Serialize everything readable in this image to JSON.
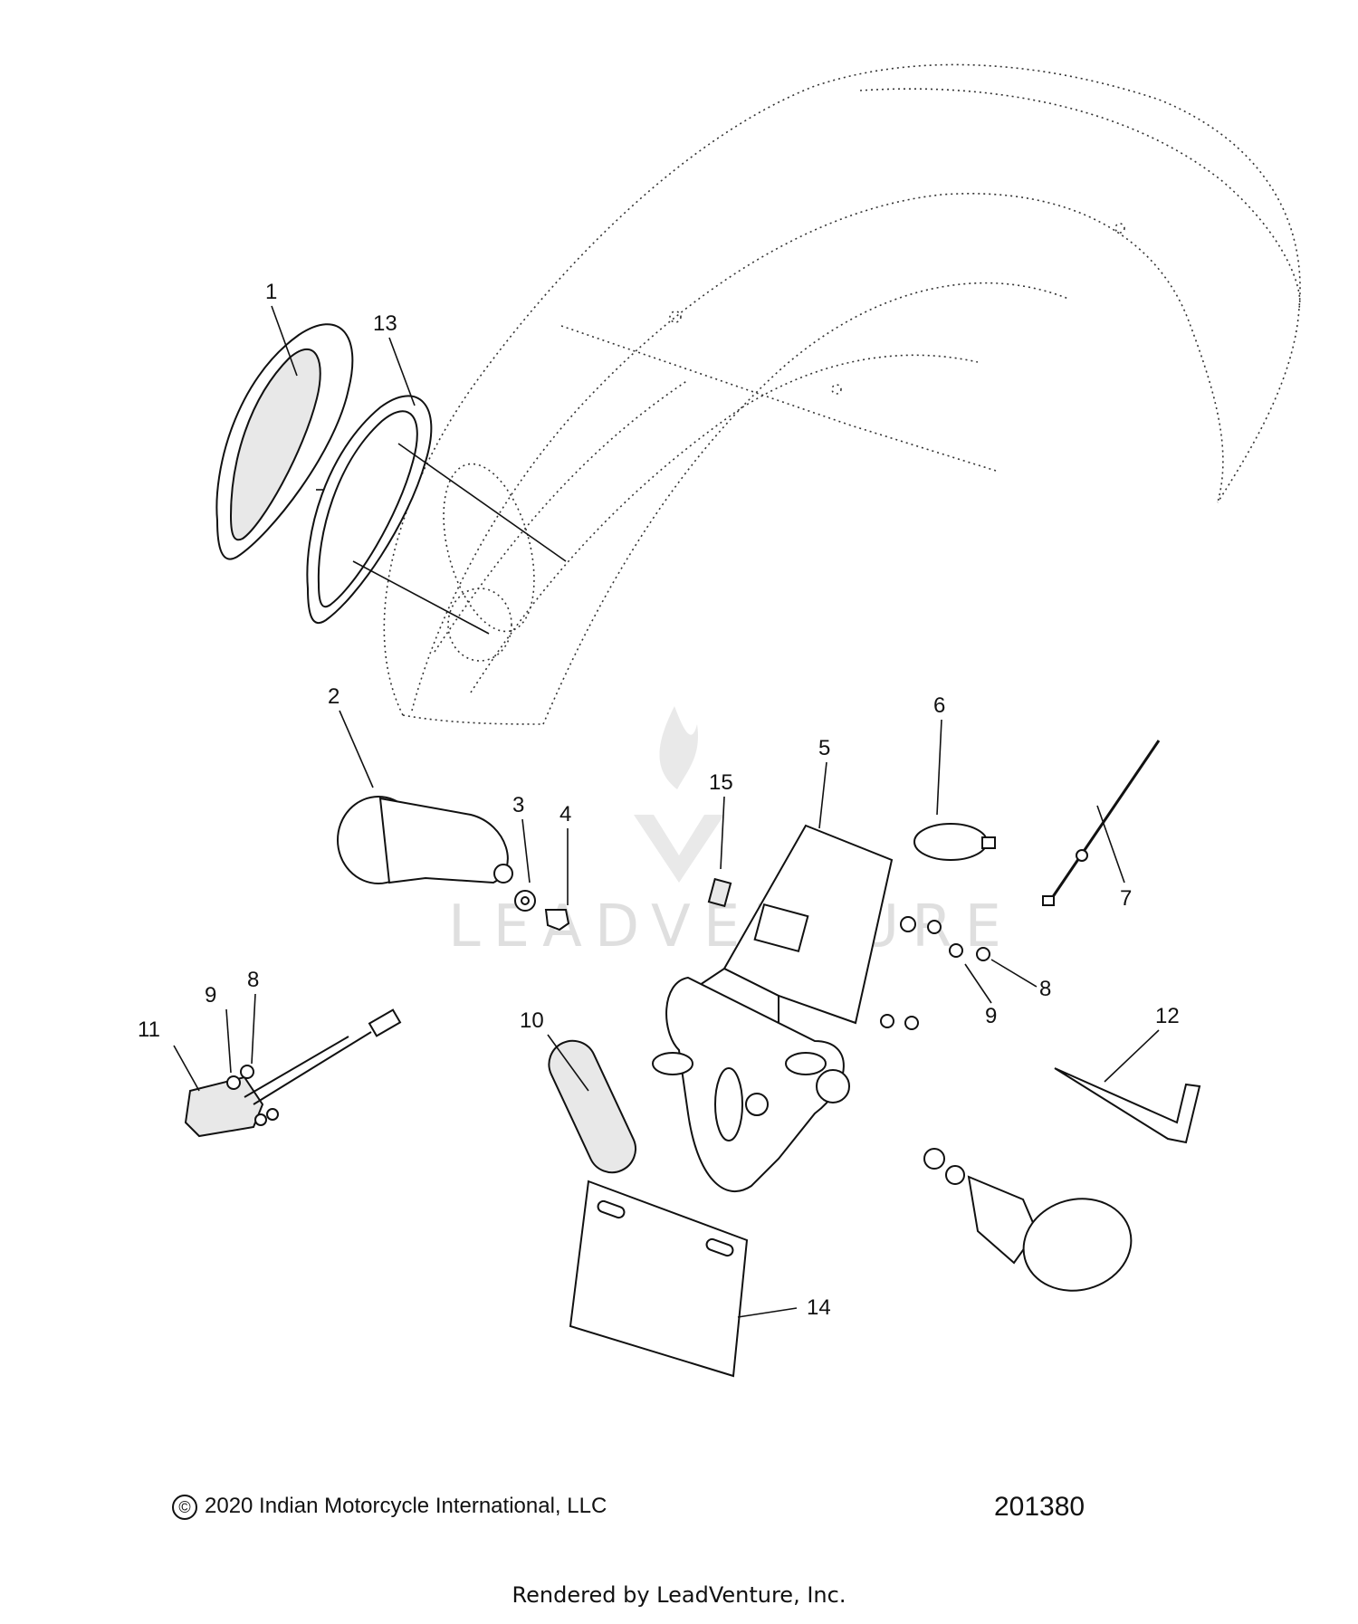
{
  "diagram": {
    "callouts": [
      "1",
      "13",
      "2",
      "3",
      "4",
      "15",
      "5",
      "6",
      "7",
      "8",
      "9",
      "11",
      "10",
      "12",
      "14",
      "9",
      "8"
    ],
    "copyright": "2020 Indian Motorcycle International, LLC",
    "copyright_symbol": "©",
    "drawing_number": "201380",
    "watermark": "LEADVENTURE",
    "footer": "Rendered by LeadVenture, Inc."
  }
}
